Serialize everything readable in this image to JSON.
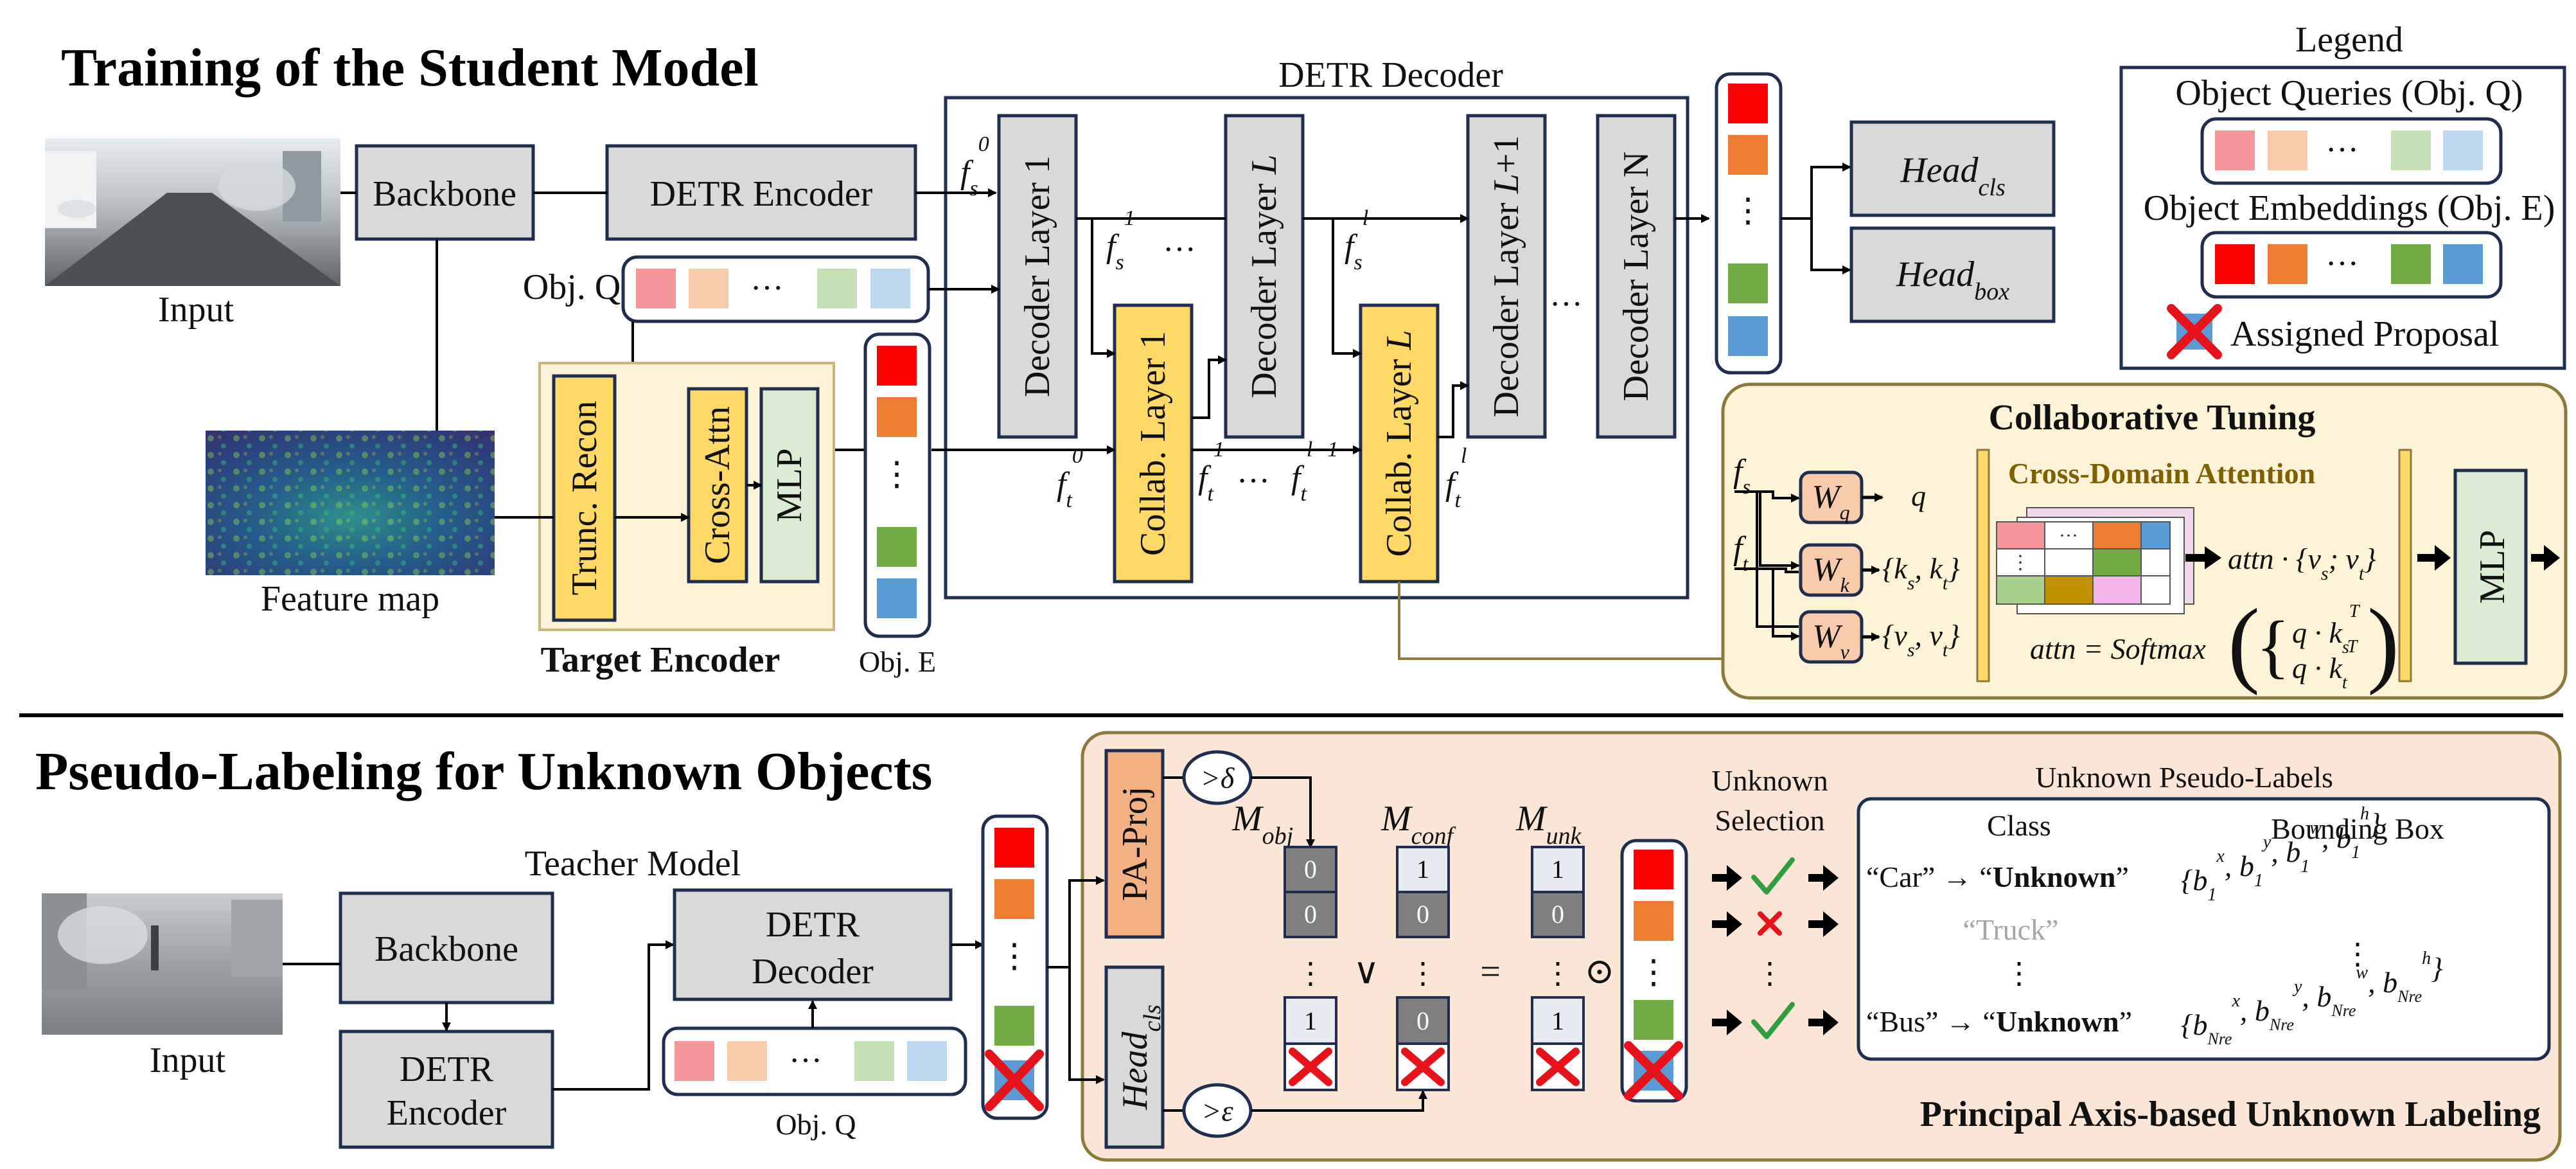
{
  "colors": {
    "gray_box": "#d9d9d9",
    "yellow_box": "#ffd966",
    "green_box": "#dcebd3",
    "panel_tint": "#fdf3d6",
    "panel_border": "#8c7a3d",
    "pseudo_panel": "#fbe5d6",
    "pa_proj": "#f4b183",
    "red": "#ff0000",
    "orange": "#ed7d31",
    "green": "#70ad47",
    "blue": "#5b9bd5",
    "light_red": "#f4969a",
    "light_orange": "#f8cbad",
    "light_green": "#c5e0b4",
    "light_blue": "#bdd7ee",
    "check_green": "#2e9e3e",
    "cross_red": "#e8121b",
    "truck_gray": "#a6a6a6",
    "attn_title": "#7f6000"
  },
  "top": {
    "title": "Training of the Student Model",
    "input_label": "Input",
    "feature_map_label": "Feature map",
    "backbone": "Backbone",
    "detr_encoder": "DETR Encoder",
    "detr_decoder_title": "DETR Decoder",
    "obj_q_label": "Obj. Q",
    "obj_e_label": "Obj. E",
    "target_encoder_label": "Target Encoder",
    "trunc_recon": "Trunc. Recon",
    "cross_attn": "Cross-Attn",
    "mlp": "MLP",
    "decoder_layer_1": "Decoder Layer 1",
    "decoder_layer_L": "Decoder Layer L",
    "decoder_layer_L1": "Decoder Layer L+1",
    "decoder_layer_N": "Decoder Layer N",
    "collab_layer_1": "Collab. Layer 1",
    "collab_layer_L": "Collab. Layer L",
    "head_cls": "Head_cls",
    "head_box": "Head_box",
    "f_s0": "f_s^0",
    "f_s1": "f_s^1",
    "f_sl": "f_s^l",
    "f_t0": "f_t^0",
    "f_t1": "f_t^1",
    "f_tl_1": "f_t^{l-1}",
    "f_tl": "f_t^l",
    "ellipsis": "···"
  },
  "legend": {
    "title": "Legend",
    "object_queries": "Object Queries (Obj. Q)",
    "object_embeddings": "Object Embeddings (Obj. E)",
    "assigned_proposal": "Assigned Proposal"
  },
  "collab": {
    "title": "Collaborative Tuning",
    "cross_domain": "Cross-Domain Attention",
    "fs": "f_s",
    "ft": "f_t",
    "wq": "W_q",
    "wk": "W_k",
    "wv": "W_v",
    "q": "q",
    "kskt": "{k_s, k_t}",
    "vsvt": "{v_s, v_t}",
    "attn_out": "attn · {v_s; v_t}",
    "softmax": "attn = Softmax",
    "softmax_top": "q · k_s^T",
    "softmax_bot": "q · k_t^T",
    "mlp": "MLP"
  },
  "bottom": {
    "title": "Pseudo-Labeling for Unknown Objects",
    "input_label": "Input",
    "teacher_model": "Teacher Model",
    "backbone": "Backbone",
    "detr_encoder_l1": "DETR",
    "detr_encoder_l2": "Encoder",
    "detr_decoder_l1": "DETR",
    "detr_decoder_l2": "Decoder",
    "obj_q_label": "Obj. Q",
    "pa_proj": "PA-Proj",
    "head_cls": "Head_cls",
    "gt_delta": ">δ",
    "gt_eps": ">ε",
    "m_obj": "M_obj",
    "m_conf": "M_conf",
    "m_unk": "M_unk",
    "m_obj_vals": [
      "0",
      "0",
      "1"
    ],
    "m_conf_vals": [
      "1",
      "0",
      "0"
    ],
    "m_unk_vals": [
      "1",
      "0",
      "1"
    ],
    "or_sym": "∨",
    "eq_sym": "=",
    "odot_sym": "⊙",
    "unknown_selection_l1": "Unknown",
    "unknown_selection_l2": "Selection",
    "pseudo_labels_title": "Unknown Pseudo-Labels",
    "col_class": "Class",
    "col_bbox": "Bounding Box",
    "row1_class": "“Car” → “Unknown”",
    "row1_bbox": "{b_1^x, b_1^y, b_1^w, b_1^h}",
    "row2_class": "“Truck”",
    "row3_class": "“Bus” → “Unknown”",
    "row3_bbox": "{b_Nre^x, b_Nre^y, b_Nre^w, b_Nre^h}",
    "principal_axis": "Principal Axis-based Unknown Labeling"
  }
}
